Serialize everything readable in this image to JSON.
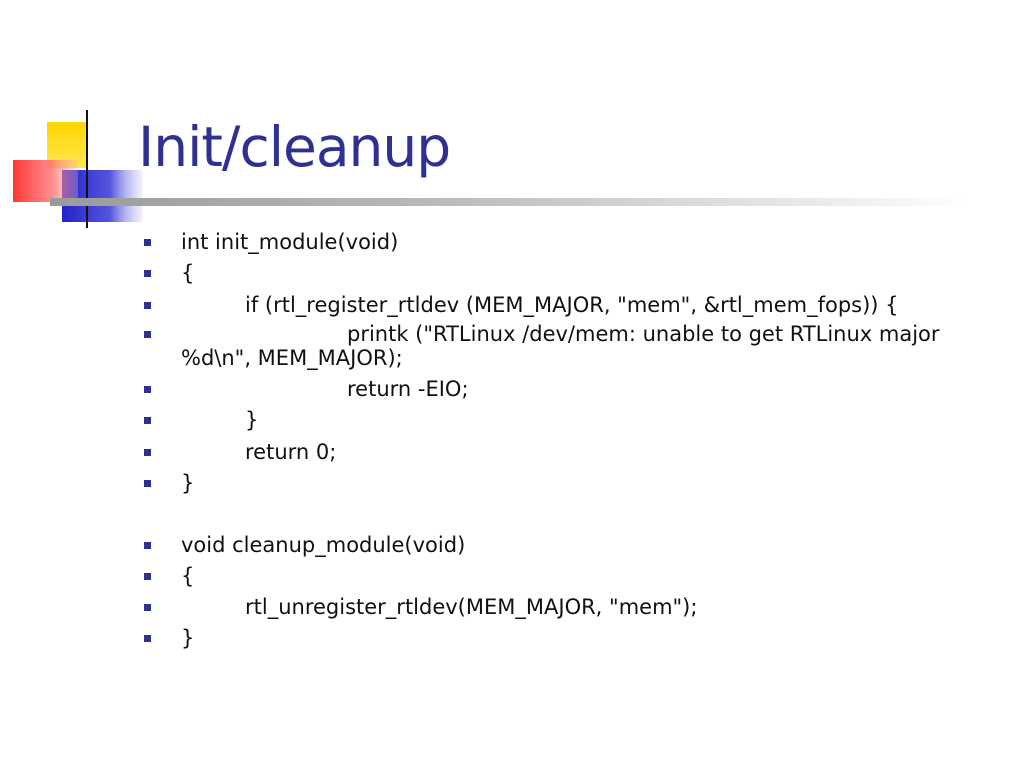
{
  "slide": {
    "title": "Init/cleanup",
    "bullets": [
      "int init_module(void)",
      "{",
      "if (rtl_register_rtldev (MEM_MAJOR, \"mem\", &rtl_mem_fops)) {",
      "printk (\"RTLinux /dev/mem: unable to get RTLinux major %d\\n\", MEM_MAJOR);",
      "return -EIO;",
      "}",
      "return 0;",
      "}",
      "void cleanup_module(void)",
      "{",
      "rtl_unregister_rtldev(MEM_MAJOR, \"mem\");",
      "}"
    ]
  },
  "colors": {
    "title": "#2E3192",
    "bullet": "#2E3192",
    "deco_yellow": "#FFD700",
    "deco_red": "#FF3B3B",
    "deco_blue": "#3333CC"
  }
}
